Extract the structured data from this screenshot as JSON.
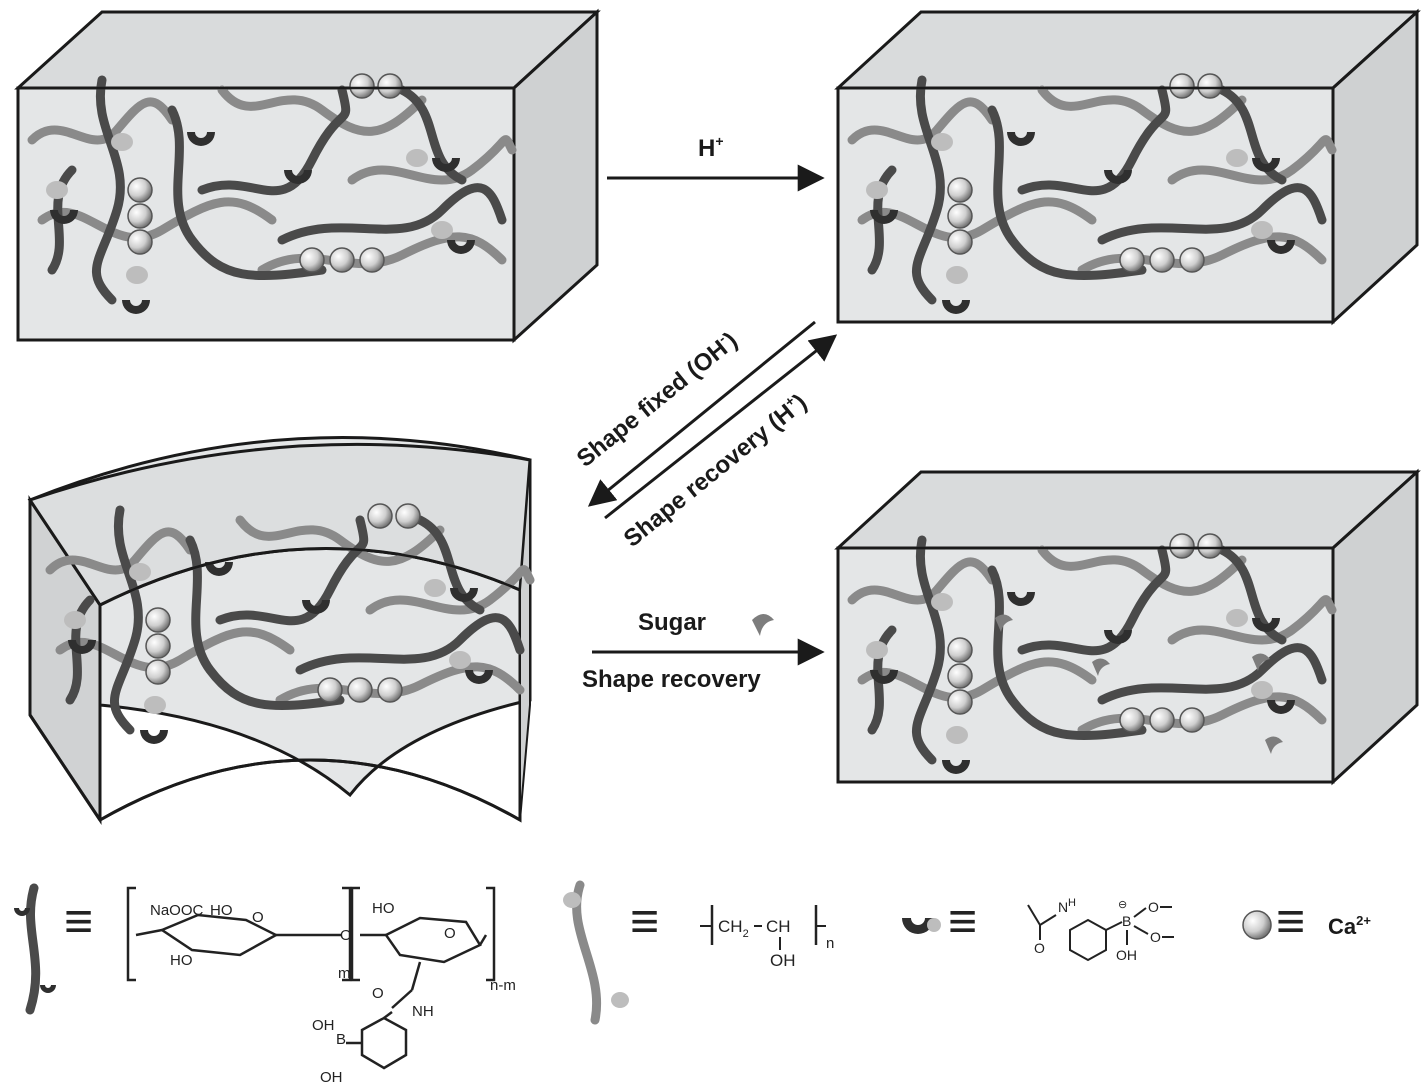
{
  "panels": {
    "top_left": "block-1",
    "top_right": "block-2",
    "bottom_left": "curved-block",
    "bottom_right": "block-3"
  },
  "arrows": {
    "h_plus_label": "H",
    "h_plus_sup": "+",
    "shape_fixed_label": "Shape fixed (OH",
    "shape_fixed_sup": "-",
    "shape_fixed_close": ")",
    "shape_recovery_label": "Shape recovery (H",
    "shape_recovery_sup": "+",
    "shape_recovery_close": ")",
    "sugar_label": "Sugar",
    "sugar_recovery_label": "Shape recovery"
  },
  "legend": {
    "equiv": "≡",
    "chain1": {
      "naooc": "NaOOC",
      "ho": "HO",
      "o": "O",
      "m": "m",
      "n_m": "n-m",
      "nh": "NH",
      "b": "B",
      "oh": "OH"
    },
    "chain2": {
      "ch2": "CH",
      "ch2_sub": "2",
      "ch": "CH",
      "n": "n",
      "oh": "OH"
    },
    "group": {
      "nh": "H",
      "n": "N",
      "o": "O",
      "b": "B",
      "oh": "OH",
      "charge": "⊖"
    },
    "ion": {
      "label": "Ca",
      "sup": "2+"
    }
  },
  "colors": {
    "gel_fill": "#e4e6e7",
    "side_fill": "#cfd1d2",
    "dark_chain": "#4a4a4a",
    "light_chain": "#8a8a8a",
    "group_dark": "#2f2f2f",
    "group_light": "#bdbdbd",
    "ion": "#d8d8d8"
  }
}
